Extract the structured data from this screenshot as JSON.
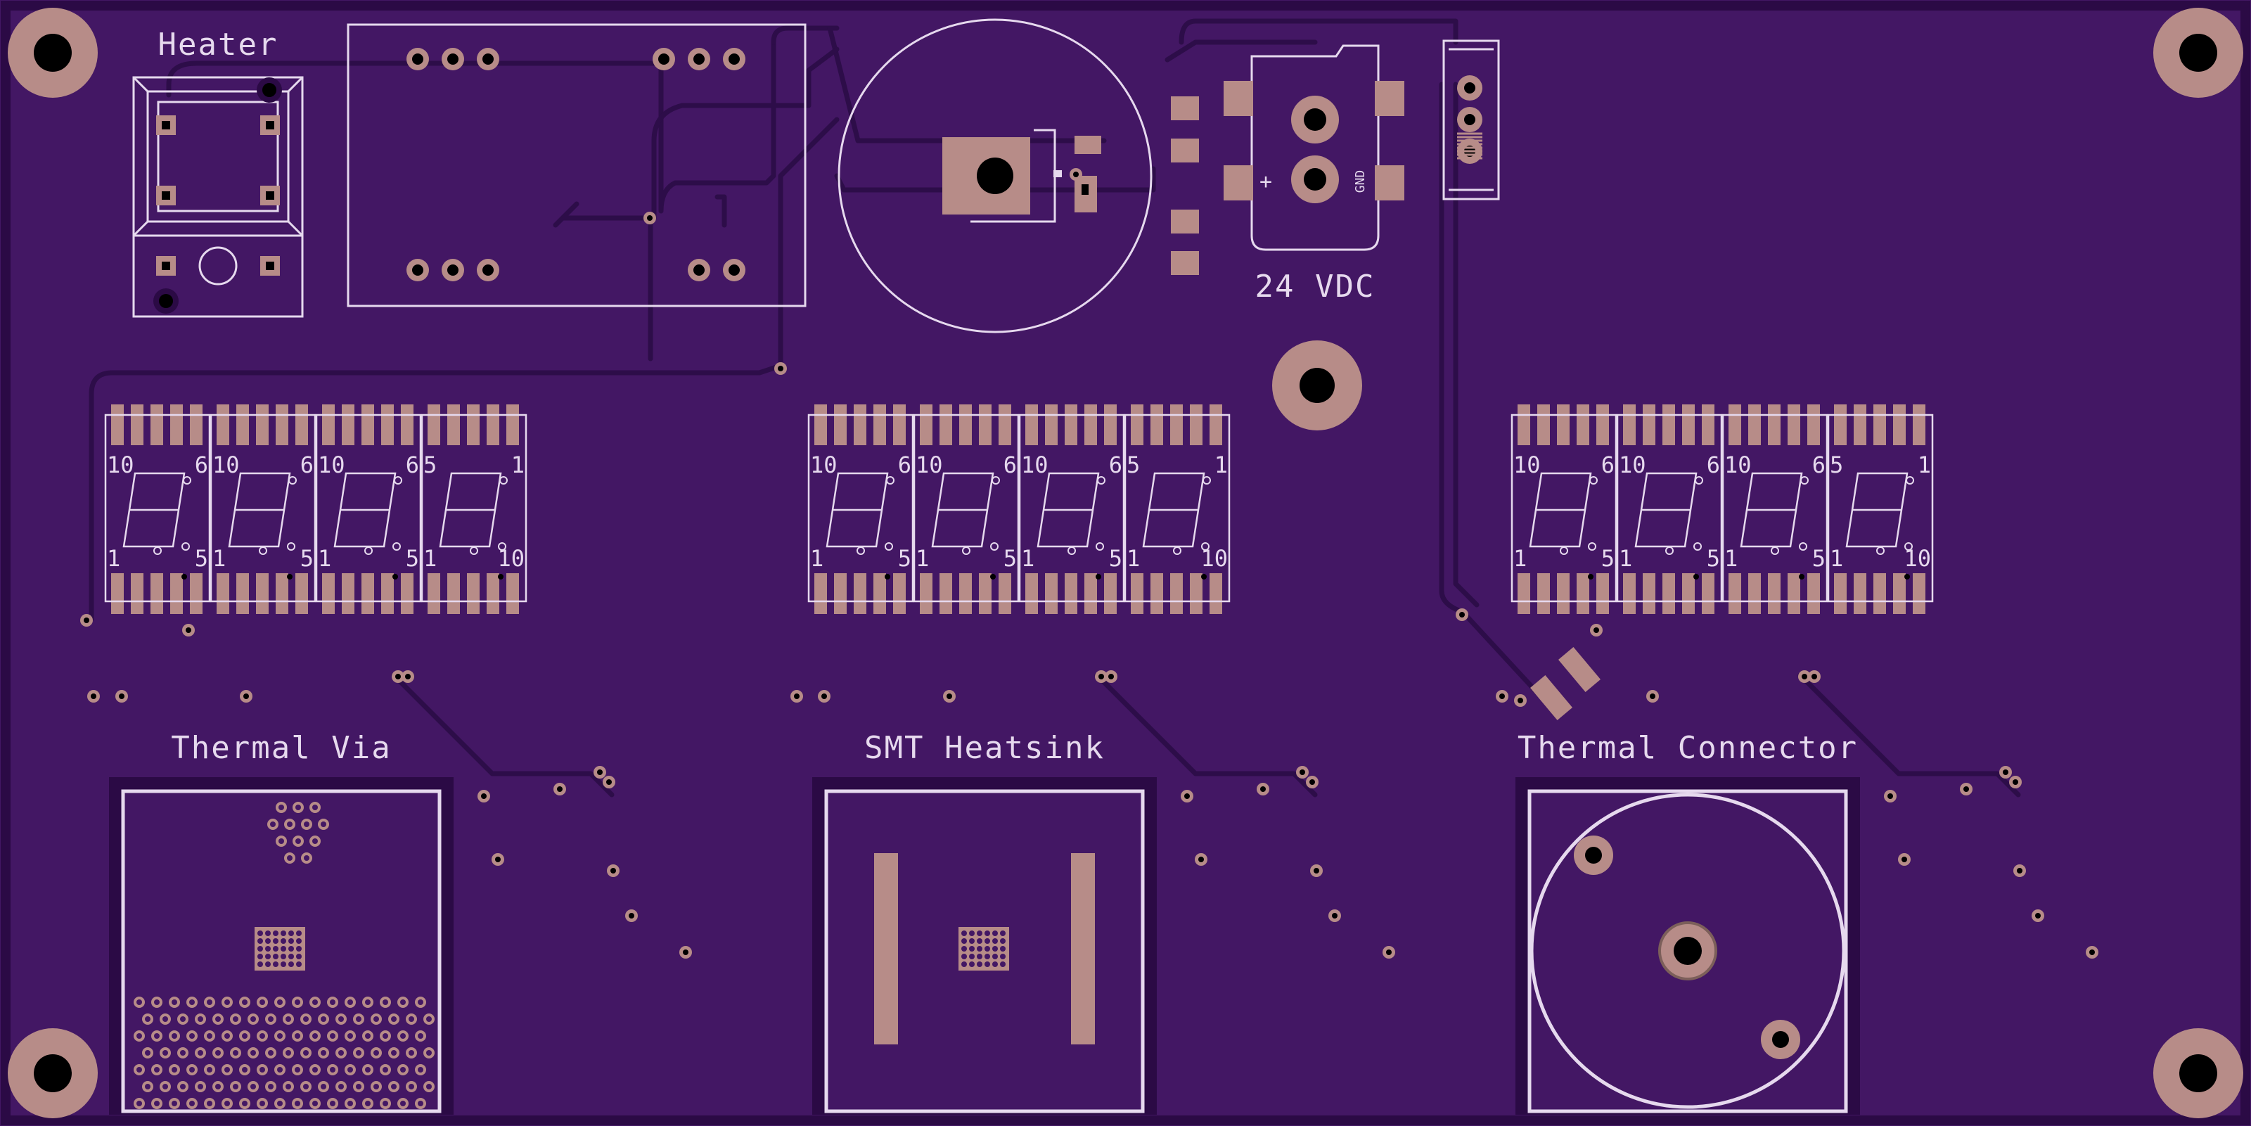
{
  "board": {
    "colors": {
      "substrate": "#431764",
      "soldermask_edge": "#2b0a45",
      "copper_pad": "#b78c88",
      "silkscreen": "#e6d9ee",
      "drill": "#000000"
    }
  },
  "labels": {
    "heater": "Heater",
    "power": "24 VDC",
    "plus": "+",
    "gnd": "GND",
    "thermal_via": "Thermal Via",
    "smt_heatsink": "SMT Heatsink",
    "thermal_connector": "Thermal Connector"
  },
  "displays": {
    "digit_labels": {
      "top_left": "10",
      "top_right": "6",
      "bottom_left": "1",
      "bottom_right": "5",
      "last_top_left": "5",
      "last_top_right": "1",
      "last_bottom_right": "10"
    }
  },
  "icons": {
    "mounting_hole": "mounting-hole-icon",
    "seven_segment": "seven-segment-display-icon"
  }
}
